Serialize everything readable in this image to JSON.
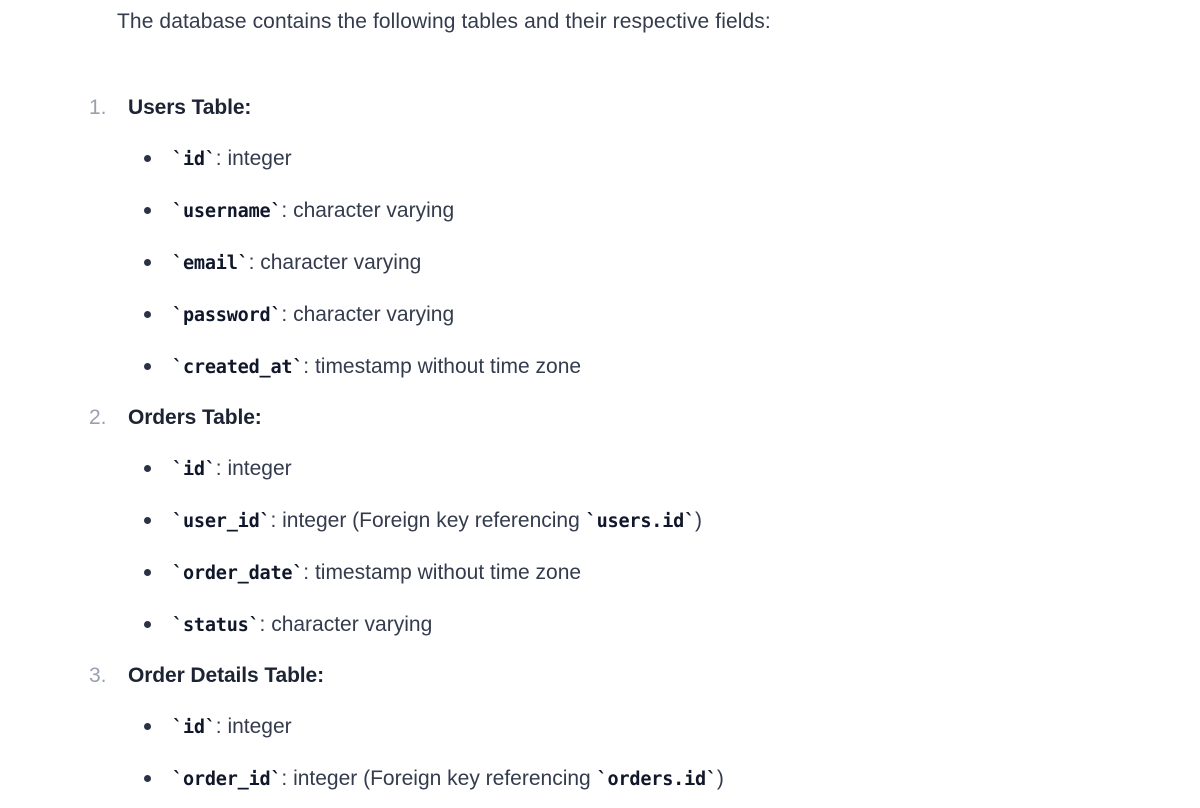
{
  "document": {
    "intro": "The database contains the following tables and their respective fields:",
    "tables": [
      {
        "marker": "1.",
        "heading": "Users Table:",
        "fields": [
          {
            "name": "`id`",
            "separator": ": ",
            "type": "integer"
          },
          {
            "name": "`username`",
            "separator": ": ",
            "type": "character varying"
          },
          {
            "name": "`email`",
            "separator": ": ",
            "type": "character varying"
          },
          {
            "name": "`password`",
            "separator": ": ",
            "type": "character varying"
          },
          {
            "name": "`created_at`",
            "separator": ": ",
            "type": "timestamp without time zone"
          }
        ]
      },
      {
        "marker": "2.",
        "heading": "Orders Table:",
        "fields": [
          {
            "name": "`id`",
            "separator": ": ",
            "type": "integer"
          },
          {
            "name": "`user_id`",
            "separator": ": ",
            "type": "integer (Foreign key referencing ",
            "ref": "`users.id`",
            "suffix": ")"
          },
          {
            "name": "`order_date`",
            "separator": ": ",
            "type": "timestamp without time zone"
          },
          {
            "name": "`status`",
            "separator": ": ",
            "type": "character varying"
          }
        ]
      },
      {
        "marker": "3.",
        "heading": "Order Details Table:",
        "fields": [
          {
            "name": "`id`",
            "separator": ": ",
            "type": "integer"
          },
          {
            "name": "`order_id`",
            "separator": ": ",
            "type": "integer (Foreign key referencing ",
            "ref": "`orders.id`",
            "suffix": ")"
          }
        ]
      }
    ]
  },
  "colors": {
    "background": "#ffffff",
    "body_text": "#333b4d",
    "heading_text": "#1c2333",
    "marker_text": "#9aa0b0",
    "code_text": "#11172a",
    "bullet": "#2b3246"
  }
}
